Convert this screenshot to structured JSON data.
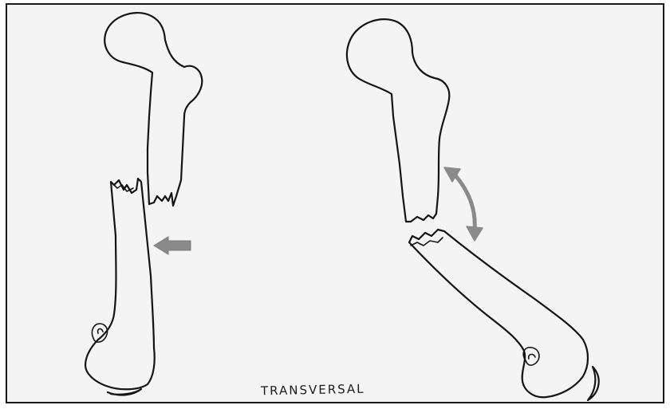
{
  "caption": "TRANSVERSAL",
  "colors": {
    "ink": "#141414",
    "arrow": "#8a8a8a",
    "paper": "#f4f4f4"
  },
  "figures": [
    {
      "name": "displaced-femur",
      "arrow_icon": "straight-left-arrow-icon"
    },
    {
      "name": "angulated-femur",
      "arrow_icon": "curved-double-arrow-icon"
    }
  ]
}
